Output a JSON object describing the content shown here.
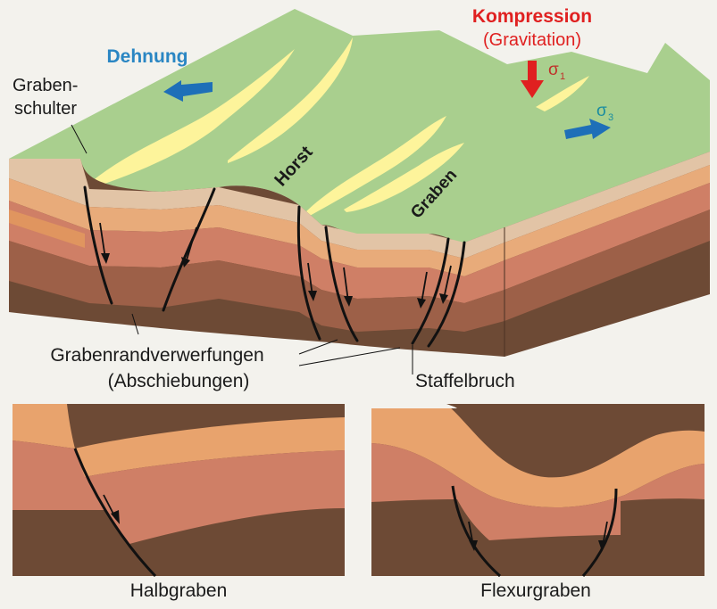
{
  "labels": {
    "dehnung": "Dehnung",
    "kompression": "Kompression",
    "gravitation": "(Gravitation)",
    "sigma1": "σ",
    "sigma1_sub": "1",
    "sigma3": "σ",
    "sigma3_sub": "3",
    "grabenschulter_1": "Graben-",
    "grabenschulter_2": "schulter",
    "horst": "Horst",
    "graben": "Graben",
    "grabenrand_1": "Grabenrandverwerfungen",
    "grabenrand_2": "(Abschiebungen)",
    "staffelbruch": "Staffelbruch",
    "halbgraben": "Halbgraben",
    "flexurgraben": "Flexurgraben"
  },
  "colors": {
    "background": "#f3f2ed",
    "surface_green": "#a9cf8e",
    "surface_yellow": "#fdf49b",
    "layer_light": "#e2c4a6",
    "layer_orange": "#e0955f",
    "layer_salmon": "#cf7f66",
    "layer_brown": "#9d6048",
    "layer_dark": "#6d4a35",
    "dehnung_blue": "#2a86c3",
    "arrow_blue": "#1e6fb8",
    "kompression_red": "#e02020",
    "sigma3_teal": "#1a8ca0",
    "fault_line": "#111111"
  }
}
